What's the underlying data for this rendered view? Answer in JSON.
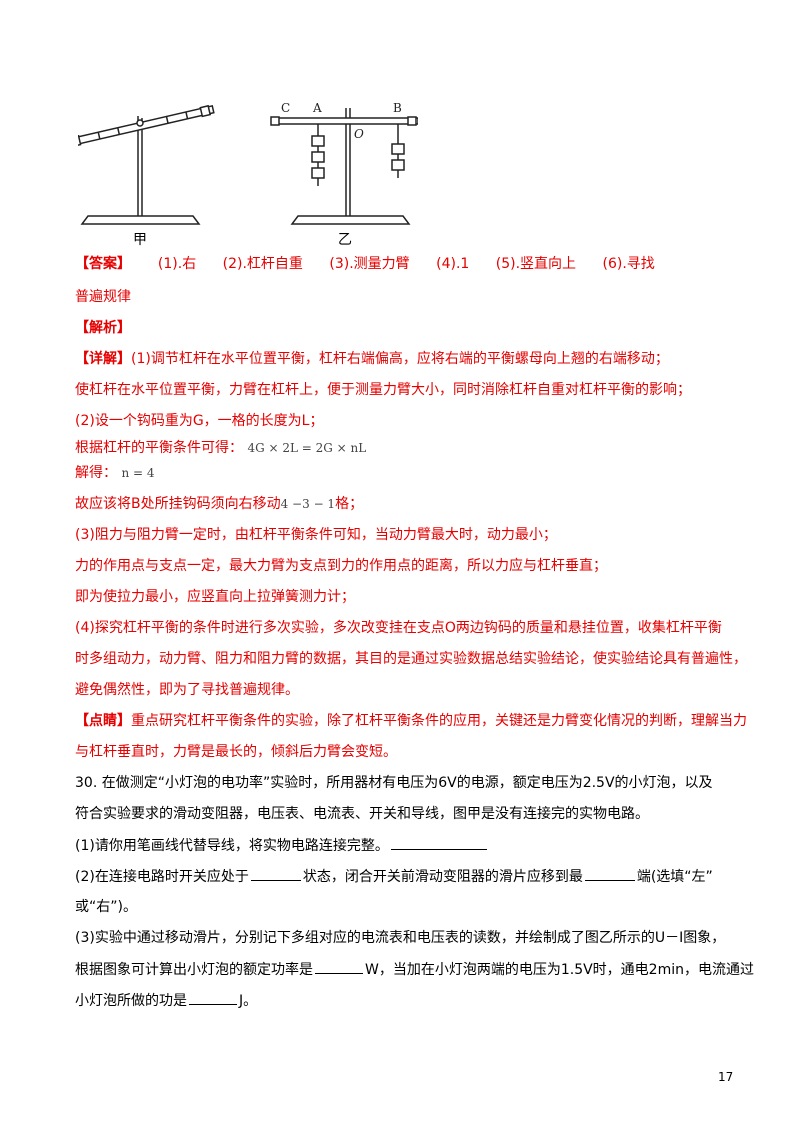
{
  "figures": {
    "jia_label": "甲",
    "yi_label": "乙",
    "point_C": "C",
    "point_A": "A",
    "point_B": "B",
    "point_O": "O"
  },
  "answer": {
    "tag": "【答案】",
    "items": [
      "(1).右",
      "(2).杠杆自重",
      "(3).测量力臂",
      "(4).1",
      "(5).竖直向上",
      "(6).寻找"
    ],
    "continuation": "普遍规律"
  },
  "analysis_tag": "【解析】",
  "detail": {
    "tag": "【详解】",
    "line1": "(1)调节杠杆在水平位置平衡，杠杆右端偏高，应将右端的平衡螺母向上翘的右端移动；",
    "line2": "使杠杆在水平位置平衡，力臂在杠杆上，便于测量力臂大小，同时消除杠杆自重对杠杆平衡的影响；",
    "line3": "(2)设一个钩码重为G，一格的长度为L；",
    "line4_text": "根据杠杆的平衡条件可得：",
    "line4_math": "4G × 2L = 2G × nL",
    "line5_text": "解得：",
    "line5_math": "n = 4",
    "line6_text_a": "故应该将B处所挂钩码须向右移动",
    "line6_math": "4 −3 − 1",
    "line6_text_b": "格；",
    "line7": "(3)阻力与阻力臂一定时，由杠杆平衡条件可知，当动力臂最大时，动力最小；",
    "line8": "力的作用点与支点一定，最大力臂为支点到力的作用点的距离，所以力应与杠杆垂直；",
    "line9": "即为使拉力最小，应竖直向上拉弹簧测力计；",
    "line10": "(4)探究杠杆平衡的条件时进行多次实验，多次改变挂在支点O两边钩码的质量和悬挂位置，收集杠杆平衡",
    "line11": "时多组动力，动力臂、阻力和阻力臂的数据，其目的是通过实验数据总结实验结论，使实验结论具有普遍性，",
    "line12": "避免偶然性，即为了寻找普遍规律。"
  },
  "comment": {
    "tag": "【点睛】",
    "line1": "重点研究杠杆平衡条件的实验，除了杠杆平衡条件的应用，关键还是力臂变化情况的判断，理解当力",
    "line2": "与杠杆垂直时，力臂是最长的，倾斜后力臂会变短。"
  },
  "question30": {
    "line1": "30.  在做测定“小灯泡的电功率”实验时，所用器材有电压为6V的电源，额定电压为2.5V的小灯泡，以及",
    "line2": "符合实验要求的滑动变阻器，电压表、电流表、开关和导线，图甲是没有连接完的实物电路。",
    "q1": "(1)请你用笔画线代替导线，将实物电路连接完整。",
    "q2_a": "(2)在连接电路时开关应处于",
    "q2_b": "状态，闭合开关前滑动变阻器的滑片应移到最",
    "q2_c": "端(选填“左”",
    "q2_d": "或“右”)。",
    "q3_a": "(3)实验中通过移动滑片，分别记下多组对应的电流表和电压表的读数，并绘制成了图乙所示的U－I图象，",
    "q3_b1": "根据图象可计算出小灯泡的额定功率是",
    "q3_b2": "W，当加在小灯泡两端的电压为1.5V时，通电2min，电流通过",
    "q3_c1": "小灯泡所做的功是",
    "q3_c2": "J。"
  },
  "page_number": "17"
}
